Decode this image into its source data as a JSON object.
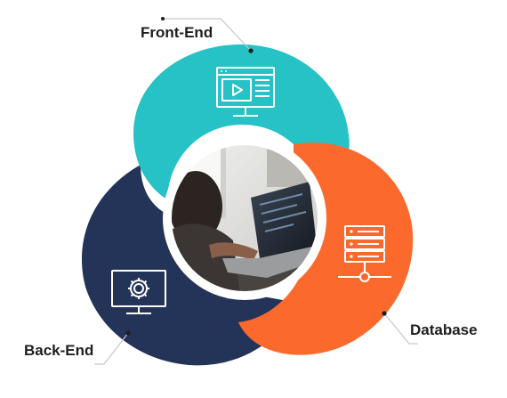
{
  "labels": {
    "front_end": "Front-End",
    "back_end": "Back-End",
    "database": "Database"
  },
  "colors": {
    "front_end": "#26c2c5",
    "back_end": "#233458",
    "database": "#fb6a2c",
    "leader_line": "#c8c8c8",
    "icon_stroke": "#ffffff",
    "text": "#1e1e1e"
  },
  "icons": {
    "front_end": "monitor-video-player-icon",
    "back_end": "monitor-gear-icon",
    "database": "database-server-icon"
  },
  "center_image": "laptop-typing-photo"
}
